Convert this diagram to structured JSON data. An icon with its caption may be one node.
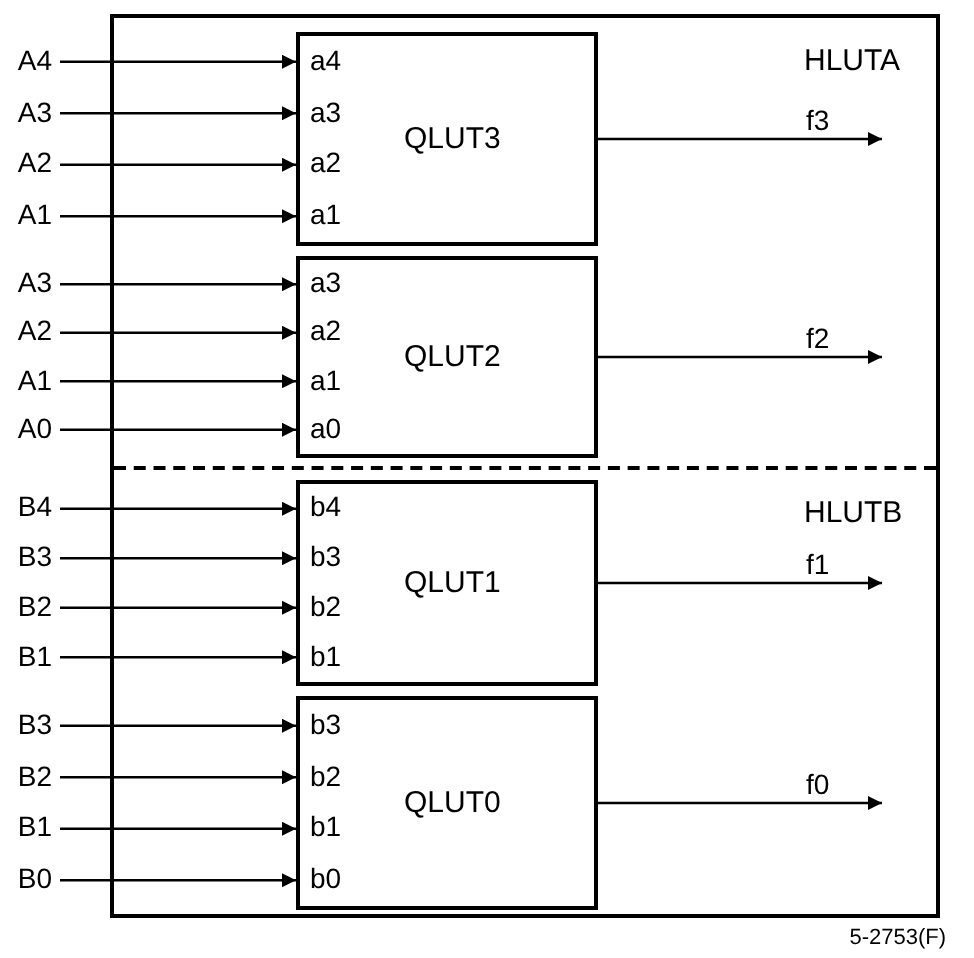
{
  "diagram": {
    "nodes": [
      {
        "text": [],
        "shape": "box"
      },
      {
        "text": [
          "HLUTA"
        ],
        "in": 0
      },
      {
        "text": [
          "QLUT3",
          "a4",
          "a3",
          "a2",
          "a1"
        ],
        "in": 1
      },
      {
        "text": [
          "QLUT2",
          "a3",
          "a2",
          "a1",
          "a0"
        ],
        "in": 1
      },
      {
        "text": [
          "HLUTB"
        ],
        "in": 0
      },
      {
        "text": [
          "QLUT1",
          "b4",
          "b3",
          "b2",
          "b1"
        ],
        "in": 4
      },
      {
        "text": [
          "QLUT0",
          "b3",
          "b2",
          "b1",
          "b0"
        ],
        "in": 4
      },
      {
        "text": [
          "A4"
        ]
      },
      {
        "text": [
          "A3"
        ]
      },
      {
        "text": [
          "A2"
        ]
      },
      {
        "text": [
          "A1"
        ]
      },
      {
        "text": [
          "A3"
        ]
      },
      {
        "text": [
          "A2"
        ]
      },
      {
        "text": [
          "A1"
        ]
      },
      {
        "text": [
          "A0"
        ]
      },
      {
        "text": [
          "B4"
        ]
      },
      {
        "text": [
          "B3"
        ]
      },
      {
        "text": [
          "B2"
        ]
      },
      {
        "text": [
          "B1"
        ]
      },
      {
        "text": [
          "B3"
        ]
      },
      {
        "text": [
          "B2"
        ]
      },
      {
        "text": [
          "B1"
        ]
      },
      {
        "text": [
          "B0"
        ]
      }
    ],
    "edges": [
      {
        "from": 7,
        "to": 2,
        "arrow": "to"
      },
      {
        "from": 8,
        "to": 2,
        "arrow": "to"
      },
      {
        "from": 9,
        "to": 2,
        "arrow": "to"
      },
      {
        "from": 10,
        "to": 2,
        "arrow": "to"
      },
      {
        "from": 11,
        "to": 3,
        "arrow": "to"
      },
      {
        "from": 12,
        "to": 3,
        "arrow": "to"
      },
      {
        "from": 13,
        "to": 3,
        "arrow": "to"
      },
      {
        "from": 14,
        "to": 3,
        "arrow": "to"
      },
      {
        "from": 15,
        "to": 5,
        "arrow": "to"
      },
      {
        "from": 16,
        "to": 5,
        "arrow": "to"
      },
      {
        "from": 17,
        "to": 5,
        "arrow": "to"
      },
      {
        "from": 18,
        "to": 5,
        "arrow": "to"
      },
      {
        "from": 19,
        "to": 6,
        "arrow": "to"
      },
      {
        "from": 20,
        "to": 6,
        "arrow": "to"
      },
      {
        "from": 21,
        "to": 6,
        "arrow": "to"
      },
      {
        "from": 22,
        "to": 6,
        "arrow": "to"
      },
      {
        "from": 2,
        "to": null,
        "arrow": "to",
        "label": "f3"
      },
      {
        "from": 3,
        "to": null,
        "arrow": "to",
        "label": "f2"
      },
      {
        "from": 5,
        "to": null,
        "arrow": "to",
        "label": "f1"
      },
      {
        "from": 6,
        "to": null,
        "arrow": "to",
        "label": "f0"
      }
    ],
    "labels": [
      "5-2753(F)"
    ]
  }
}
